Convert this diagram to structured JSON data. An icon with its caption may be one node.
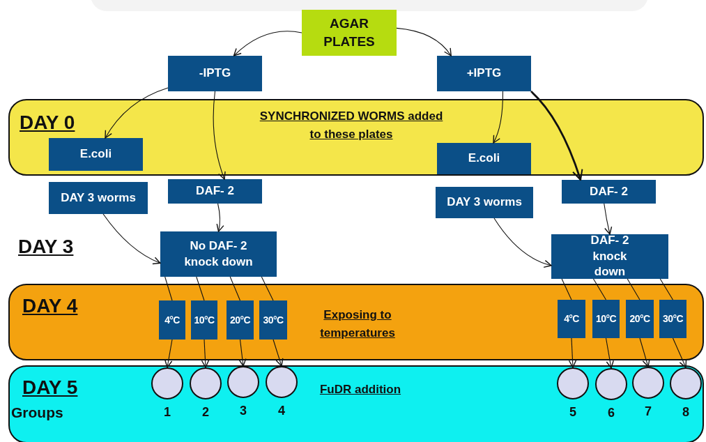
{
  "diagram": {
    "nodes": [
      {
        "text": [
          "AGAR PLATES"
        ]
      },
      {
        "text": [
          "-IPTG"
        ]
      },
      {
        "text": [
          "+IPTG"
        ]
      },
      {
        "text": [
          "DAY 0",
          "SYNCHRONIZED WORMS added to these plates"
        ]
      },
      {
        "text": [
          "E.coli"
        ],
        "in": 3
      },
      {
        "text": [
          "E.coli"
        ],
        "in": 3
      },
      {
        "text": [
          "DAY 3 worms"
        ]
      },
      {
        "text": [
          "DAF- 2"
        ]
      },
      {
        "text": [
          "DAY 3 worms"
        ]
      },
      {
        "text": [
          "DAF- 2"
        ]
      },
      {
        "text": [
          "No DAF- 2 knock down"
        ]
      },
      {
        "text": [
          "DAF- 2 knock down"
        ]
      },
      {
        "text": [
          "DAY 4",
          "Exposing to temperatures"
        ]
      },
      {
        "text": [
          "4°C"
        ],
        "in": 12
      },
      {
        "text": [
          "10°C"
        ],
        "in": 12
      },
      {
        "text": [
          "20°C"
        ],
        "in": 12
      },
      {
        "text": [
          "30°C"
        ],
        "in": 12
      },
      {
        "text": [
          "4°C"
        ],
        "in": 12
      },
      {
        "text": [
          "10°C"
        ],
        "in": 12
      },
      {
        "text": [
          "20°C"
        ],
        "in": 12
      },
      {
        "text": [
          "30°C"
        ],
        "in": 12
      },
      {
        "text": [
          "DAY 5",
          "FuDR addition",
          "Groups"
        ]
      },
      {
        "text": [],
        "shape": "circle",
        "in": 21,
        "beside": [
          "1"
        ]
      },
      {
        "text": [],
        "shape": "circle",
        "in": 21,
        "beside": [
          "2"
        ]
      },
      {
        "text": [],
        "shape": "circle",
        "in": 21,
        "beside": [
          "3"
        ]
      },
      {
        "text": [],
        "shape": "circle",
        "in": 21,
        "beside": [
          "4"
        ]
      },
      {
        "text": [],
        "shape": "circle",
        "in": 21,
        "beside": [
          "5"
        ]
      },
      {
        "text": [],
        "shape": "circle",
        "in": 21,
        "beside": [
          "6"
        ]
      },
      {
        "text": [],
        "shape": "circle",
        "in": 21,
        "beside": [
          "7"
        ]
      },
      {
        "text": [],
        "shape": "circle",
        "in": 21,
        "beside": [
          "8"
        ]
      }
    ],
    "edges": [
      {
        "from": 0,
        "to": 1,
        "arrow": "to"
      },
      {
        "from": 0,
        "to": 2,
        "arrow": "to"
      },
      {
        "from": 1,
        "to": 4,
        "arrow": "to"
      },
      {
        "from": 1,
        "to": 7,
        "arrow": "to"
      },
      {
        "from": 2,
        "to": 5,
        "arrow": "to"
      },
      {
        "from": 2,
        "to": 9,
        "arrow": "to",
        "style": "thick"
      },
      {
        "from": 6,
        "to": 10,
        "arrow": "to"
      },
      {
        "from": 7,
        "to": 10,
        "arrow": "to"
      },
      {
        "from": 8,
        "to": 11,
        "arrow": "to"
      },
      {
        "from": 9,
        "to": 11,
        "arrow": "to"
      },
      {
        "from": 10,
        "to": 13,
        "arrow": "none"
      },
      {
        "from": 10,
        "to": 14,
        "arrow": "none"
      },
      {
        "from": 10,
        "to": 15,
        "arrow": "none"
      },
      {
        "from": 10,
        "to": 16,
        "arrow": "none"
      },
      {
        "from": 11,
        "to": 17,
        "arrow": "none"
      },
      {
        "from": 11,
        "to": 18,
        "arrow": "none"
      },
      {
        "from": 11,
        "to": 19,
        "arrow": "none"
      },
      {
        "from": 11,
        "to": 20,
        "arrow": "none"
      },
      {
        "from": 13,
        "to": 22,
        "arrow": "to"
      },
      {
        "from": 14,
        "to": 23,
        "arrow": "to"
      },
      {
        "from": 15,
        "to": 24,
        "arrow": "to"
      },
      {
        "from": 16,
        "to": 25,
        "arrow": "to"
      },
      {
        "from": 17,
        "to": 26,
        "arrow": "to"
      },
      {
        "from": 18,
        "to": 27,
        "arrow": "to"
      },
      {
        "from": 19,
        "to": 28,
        "arrow": "to"
      },
      {
        "from": 20,
        "to": 29,
        "arrow": "to"
      }
    ],
    "labels": [
      "DAY 3"
    ]
  }
}
